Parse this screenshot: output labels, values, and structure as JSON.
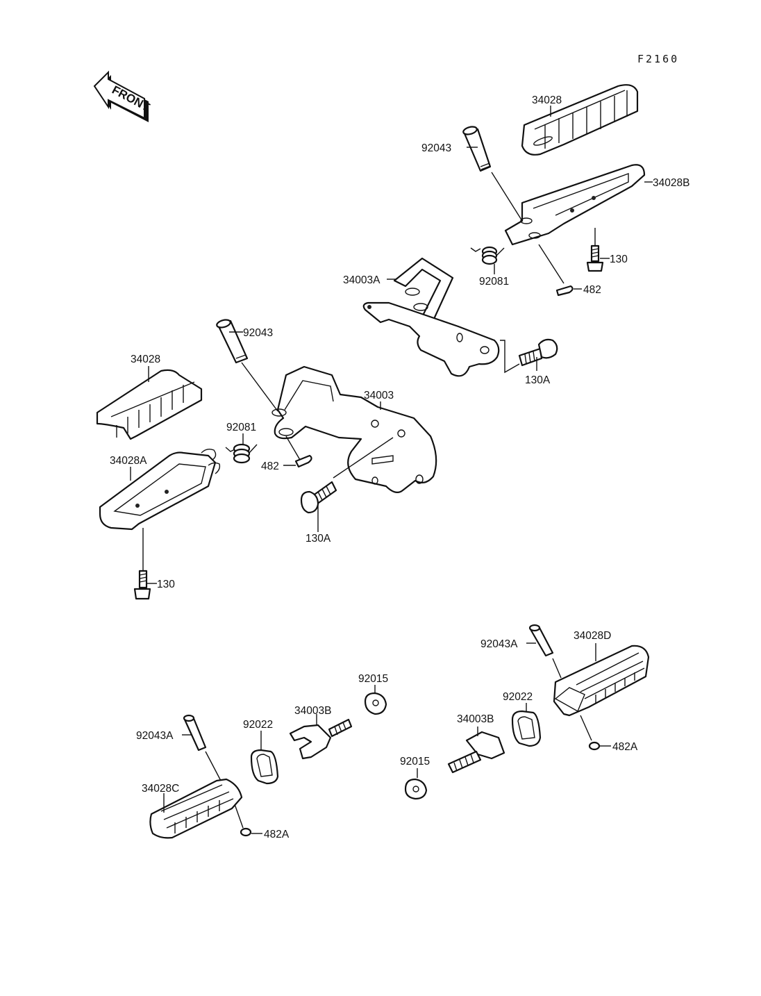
{
  "diagram": {
    "reference_code": "F2160",
    "front_indicator": "FRONT",
    "labels": {
      "rubber_rear_right": "34028",
      "pin_rear_right": "92043",
      "footpeg_rear_right": "34028B",
      "bolt_rear_right": "130",
      "spring_rear_right": "92081",
      "clip_rear_right": "482",
      "bracket_right": "34003A",
      "bolt_bracket_right": "130A",
      "pin_left": "92043",
      "rubber_left": "34028",
      "bracket_left": "34003",
      "spring_left": "92081",
      "footpeg_left": "34028A",
      "clip_left": "482",
      "bolt_bracket_left": "130A",
      "bolt_left": "130",
      "pin_front_right": "92043A",
      "footpeg_front_right": "34028D",
      "nut_upper": "92015",
      "holder_right": "34003B",
      "damper_right": "92022",
      "clip_front_right": "482A",
      "pin_front_left": "92043A",
      "damper_left": "92022",
      "holder_left": "34003B",
      "nut_lower": "92015",
      "footpeg_front_left": "34028C",
      "clip_front_left": "482A"
    }
  }
}
